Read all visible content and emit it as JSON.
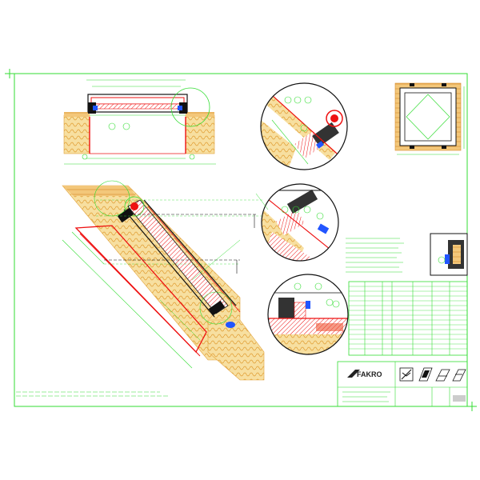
{
  "logo": {
    "brand": "FAKRO"
  },
  "colors": {
    "frame_line": "#33dd33",
    "section_red": "#ee1111",
    "insulation": "#f5d98a",
    "insulation_hatch": "#e8a23a",
    "seal_blue": "#2255ff",
    "outline": "#111111",
    "background": "#ffffff"
  },
  "icons": [
    "product-icon-1",
    "product-icon-2",
    "product-icon-3",
    "product-icon-4"
  ]
}
